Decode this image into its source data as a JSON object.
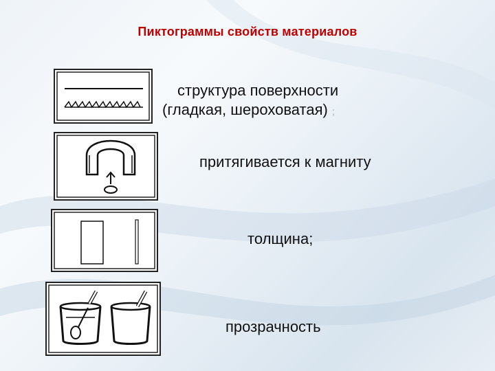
{
  "title": "Пиктограммы свойств материалов",
  "items": [
    {
      "icon": "surface-texture-icon",
      "line1": "структура поверхности",
      "line2": "(гладкая, шероховатая)",
      "semicolon": ";"
    },
    {
      "icon": "magnet-icon",
      "line1": "притягивается к магниту"
    },
    {
      "icon": "thickness-icon",
      "line1": "толщина;"
    },
    {
      "icon": "transparency-icon",
      "line1": "прозрачность"
    }
  ],
  "colors": {
    "title": "#c00000",
    "text": "#111111",
    "frame": "#222222"
  }
}
